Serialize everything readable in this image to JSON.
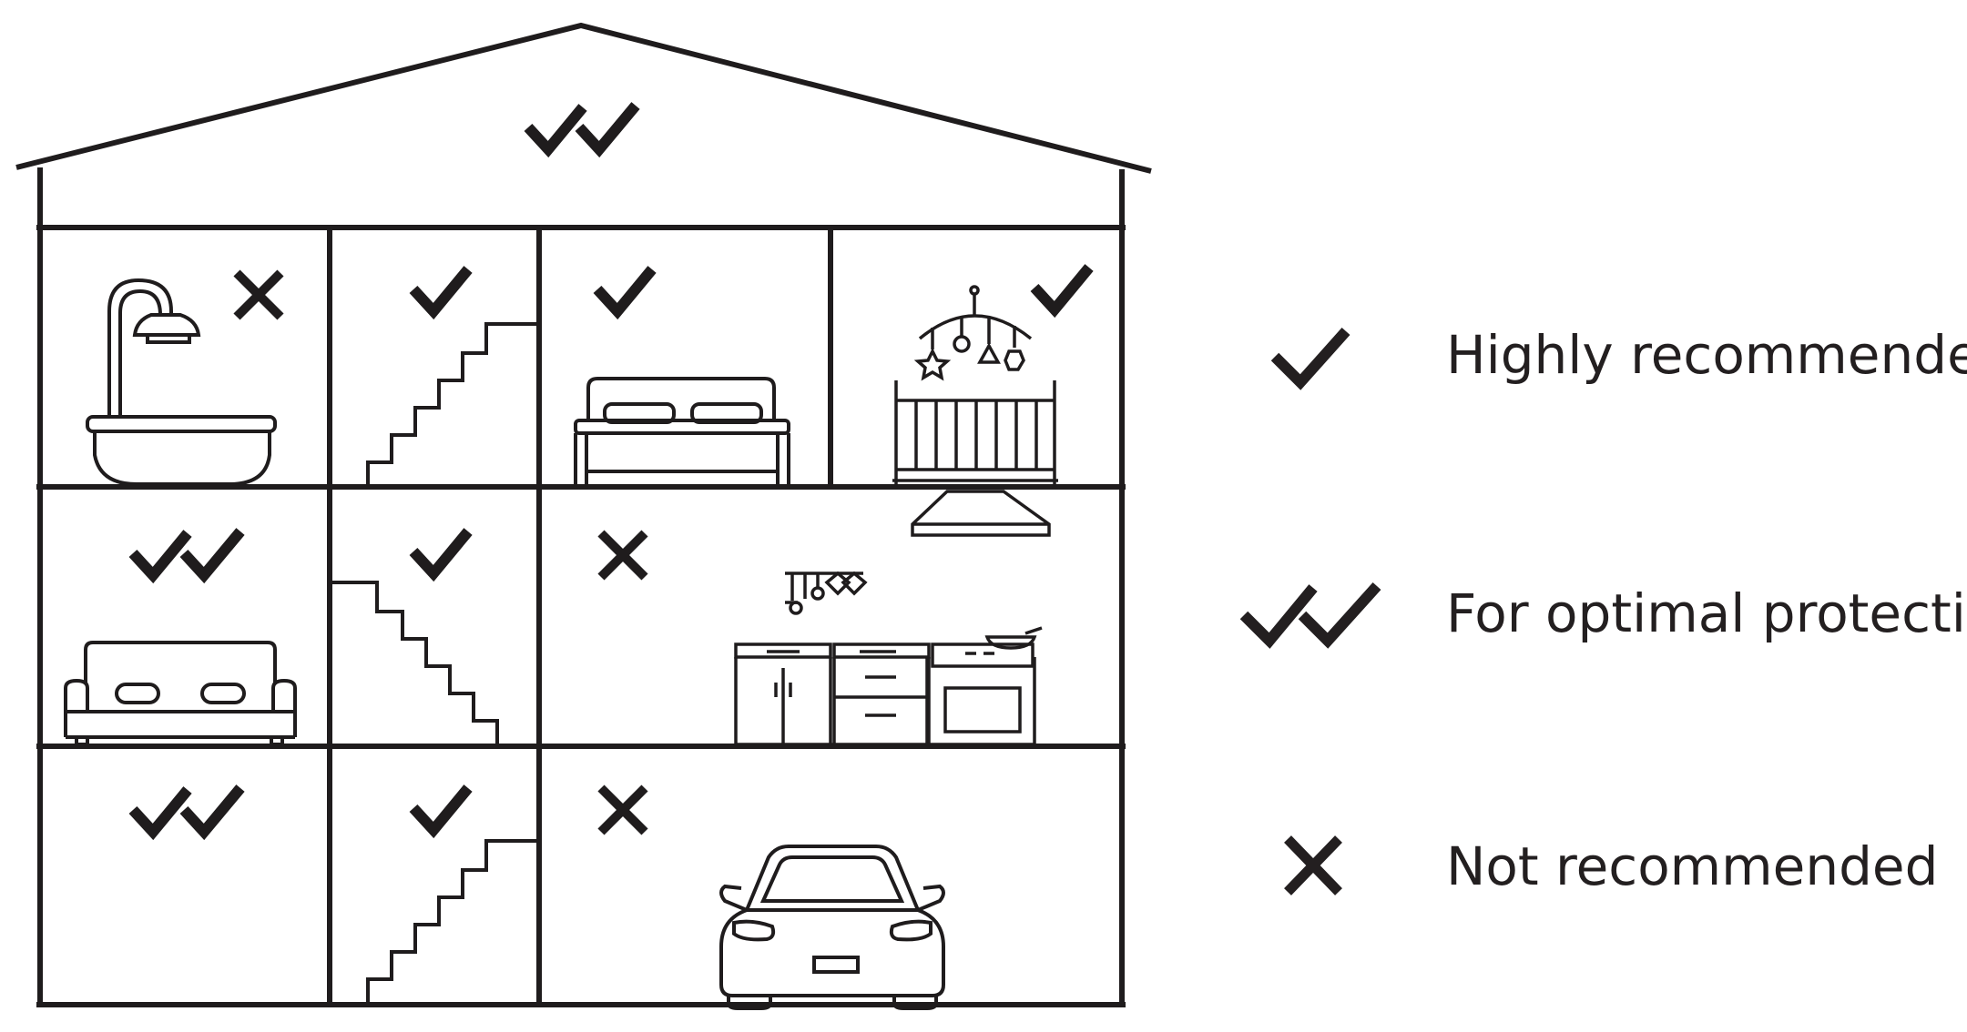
{
  "colors": {
    "ink": "#231f20",
    "background": "#ffffff"
  },
  "house": {
    "rooms": [
      {
        "id": "attic",
        "icon": "attic",
        "status": "optimal"
      },
      {
        "id": "bathroom",
        "icon": "shower-bathtub-icon",
        "status": "not_recommended"
      },
      {
        "id": "stairs-top",
        "icon": "stairs-icon",
        "status": "highly_recommended"
      },
      {
        "id": "bedroom",
        "icon": "bed-icon",
        "status": "highly_recommended"
      },
      {
        "id": "nursery",
        "icon": "crib-mobile-icon",
        "status": "highly_recommended"
      },
      {
        "id": "living-room",
        "icon": "sofa-icon",
        "status": "optimal"
      },
      {
        "id": "stairs-middle",
        "icon": "stairs-icon",
        "status": "highly_recommended"
      },
      {
        "id": "kitchen",
        "icon": "kitchen-icon",
        "status": "not_recommended"
      },
      {
        "id": "basement",
        "icon": "none",
        "status": "optimal"
      },
      {
        "id": "stairs-bottom",
        "icon": "stairs-icon",
        "status": "highly_recommended"
      },
      {
        "id": "garage",
        "icon": "car-icon",
        "status": "not_recommended"
      }
    ]
  },
  "legend": {
    "items": [
      {
        "icon": "single-check-icon",
        "label": "Highly recommended"
      },
      {
        "icon": "double-check-icon",
        "label": "For optimal protection"
      },
      {
        "icon": "cross-icon",
        "label": "Not recommended"
      }
    ]
  }
}
